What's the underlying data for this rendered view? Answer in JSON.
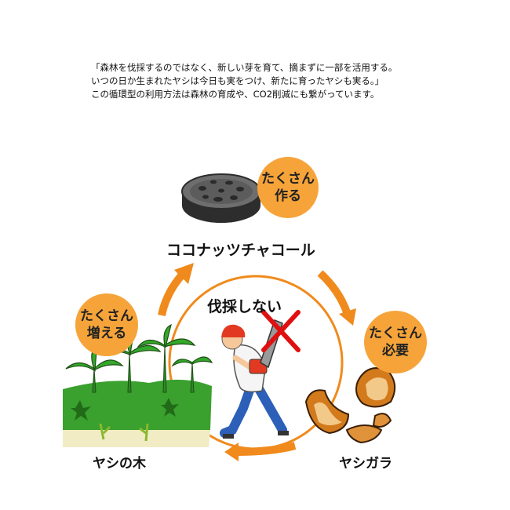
{
  "intro": {
    "line1": "「森林を伐採するのではなく、新しい芽を育て、摘まずに一部を活用する。",
    "line2": "いつの日か生まれたヤシは今日も実をつけ、新たに育ったヤシも実る。」",
    "line3": "この循環型の利用方法は森林の育成や、CO2削減にも繋がっています。"
  },
  "nodes": {
    "charcoal": {
      "label": "ココナッツチャコール",
      "bubble_line1": "たくさん",
      "bubble_line2": "作る"
    },
    "husk": {
      "label": "ヤシガラ",
      "bubble_line1": "たくさん",
      "bubble_line2": "必要"
    },
    "palm": {
      "label": "ヤシの木",
      "bubble_line1": "たくさん",
      "bubble_line2": "増える"
    }
  },
  "center": {
    "label": "伐採しない"
  },
  "colors": {
    "accent_orange": "#f08a1c",
    "bubble_orange": "#f6a43a",
    "forbid_red": "#e01010",
    "grass_green": "#3aa02e"
  }
}
